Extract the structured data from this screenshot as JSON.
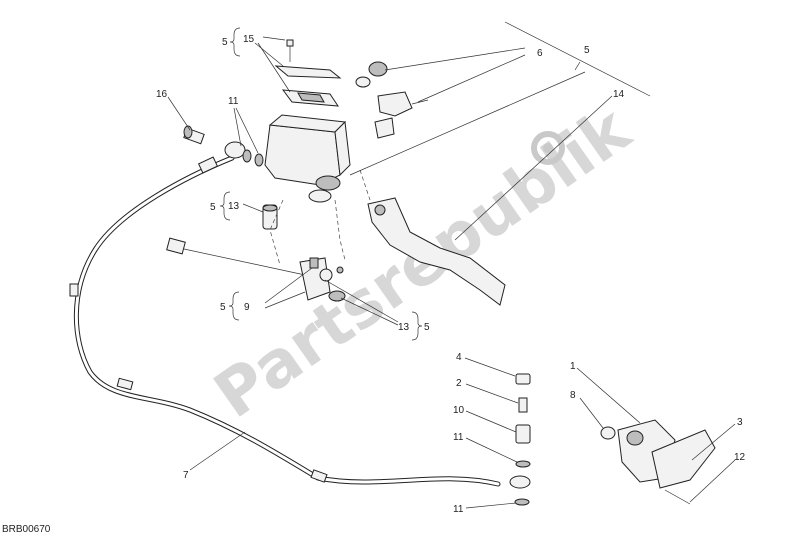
{
  "diagram": {
    "code": "BRB00670",
    "watermark": "Partsrepublik",
    "labels": {
      "l5a": "5",
      "l15": "15",
      "l6": "6",
      "l5b": "5",
      "l16": "16",
      "l11a": "11",
      "l14": "14",
      "l5c": "5",
      "l13a": "13",
      "l5d": "5",
      "l9": "9",
      "l13b": "13",
      "l5e": "5",
      "l4": "4",
      "l1": "1",
      "l2": "2",
      "l8": "8",
      "l10": "10",
      "l3": "3",
      "l11b": "11",
      "l12": "12",
      "l7": "7",
      "l11c": "11"
    }
  }
}
